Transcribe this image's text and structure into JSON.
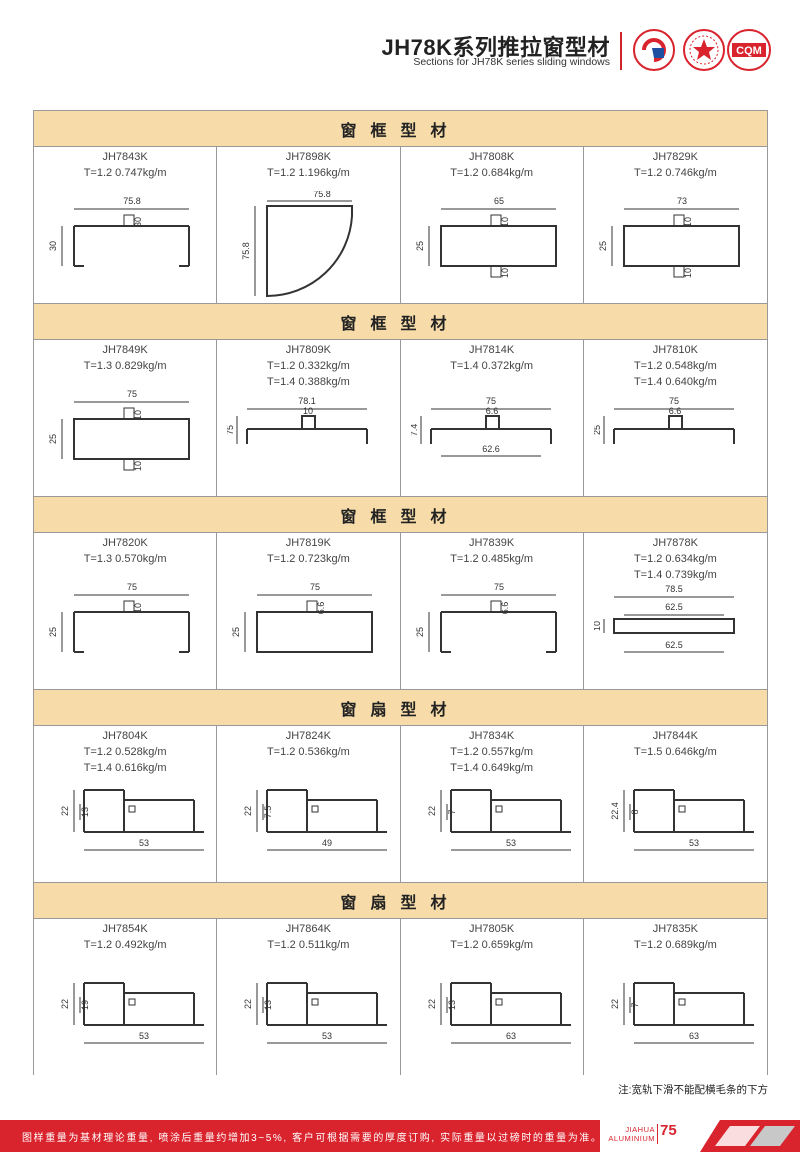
{
  "header": {
    "title": "JH78K系列推拉窗型材",
    "subtitle": "Sections for JH78K series sliding windows"
  },
  "colors": {
    "accent": "#d9232d",
    "band": "#f7dcaa"
  },
  "sections": [
    {
      "band": "窗框型材",
      "items": [
        {
          "code": "JH7843K",
          "specs": [
            "T=1.2   0.747kg/m"
          ],
          "icon": "frame-profile",
          "dims": [
            "75.8",
            "30"
          ]
        },
        {
          "code": "JH7898K",
          "specs": [
            "T=1.2   1.196kg/m"
          ],
          "icon": "curved-frame-profile",
          "dims": [
            "75.8",
            "75.8"
          ]
        },
        {
          "code": "JH7808K",
          "specs": [
            "T=1.2   0.684kg/m"
          ],
          "icon": "rect-frame-profile",
          "dims": [
            "65",
            "10",
            "25",
            "10"
          ]
        },
        {
          "code": "JH7829K",
          "specs": [
            "T=1.2   0.746kg/m"
          ],
          "icon": "rect-frame-profile",
          "dims": [
            "73",
            "10",
            "25",
            "10"
          ]
        }
      ]
    },
    {
      "band": "窗框型材",
      "items": [
        {
          "code": "JH7849K",
          "specs": [
            "T=1.3   0.829kg/m"
          ],
          "icon": "rect-frame-profile",
          "dims": [
            "75",
            "10",
            "25",
            "10"
          ]
        },
        {
          "code": "JH7809K",
          "specs": [
            "T=1.2   0.332kg/m",
            "T=1.4   0.388kg/m"
          ],
          "icon": "track-profile",
          "dims": [
            "78.1",
            "10",
            "75"
          ]
        },
        {
          "code": "JH7814K",
          "specs": [
            "T=1.4   0.372kg/m"
          ],
          "icon": "rail-profile",
          "dims": [
            "75",
            "6.6",
            "7.4",
            "62.6"
          ]
        },
        {
          "code": "JH7810K",
          "specs": [
            "T=1.2   0.548kg/m",
            "T=1.4   0.640kg/m"
          ],
          "icon": "rail-profile",
          "dims": [
            "75",
            "6.6",
            "25"
          ]
        }
      ]
    },
    {
      "band": "窗框型材",
      "items": [
        {
          "code": "JH7820K",
          "specs": [
            "T=1.3   0.570kg/m"
          ],
          "icon": "frame-profile",
          "dims": [
            "75",
            "10",
            "25"
          ]
        },
        {
          "code": "JH7819K",
          "specs": [
            "T=1.2   0.723kg/m"
          ],
          "icon": "rect-frame-profile",
          "dims": [
            "75",
            "6.6",
            "25"
          ]
        },
        {
          "code": "JH7839K",
          "specs": [
            "T=1.2   0.485kg/m"
          ],
          "icon": "frame-profile",
          "dims": [
            "75",
            "6.6",
            "25"
          ]
        },
        {
          "code": "JH7878K",
          "specs": [
            "T=1.2   0.634kg/m",
            "T=1.4   0.739kg/m"
          ],
          "icon": "flat-profile",
          "dims": [
            "78.5",
            "62.5",
            "10",
            "62.5"
          ]
        }
      ]
    },
    {
      "band": "窗扇型材",
      "items": [
        {
          "code": "JH7804K",
          "specs": [
            "T=1.2   0.528kg/m",
            "T=1.4   0.616kg/m"
          ],
          "icon": "sash-profile",
          "dims": [
            "22",
            "13",
            "53"
          ]
        },
        {
          "code": "JH7824K",
          "specs": [
            "T=1.2   0.536kg/m"
          ],
          "icon": "sash-profile",
          "dims": [
            "22",
            "7.5",
            "49"
          ]
        },
        {
          "code": "JH7834K",
          "specs": [
            "T=1.2   0.557kg/m",
            "T=1.4   0.649kg/m"
          ],
          "icon": "sash-profile",
          "dims": [
            "22",
            "7",
            "53"
          ]
        },
        {
          "code": "JH7844K",
          "specs": [
            "T=1.5   0.646kg/m"
          ],
          "icon": "sash-profile",
          "dims": [
            "22.4",
            "8",
            "53"
          ]
        }
      ]
    },
    {
      "band": "窗扇型材",
      "items": [
        {
          "code": "JH7854K",
          "specs": [
            "T=1.2   0.492kg/m"
          ],
          "icon": "sash-profile",
          "dims": [
            "22",
            "19",
            "53"
          ]
        },
        {
          "code": "JH7864K",
          "specs": [
            "T=1.2   0.511kg/m"
          ],
          "icon": "sash-profile",
          "dims": [
            "22",
            "13",
            "53"
          ]
        },
        {
          "code": "JH7805K",
          "specs": [
            "T=1.2   0.659kg/m"
          ],
          "icon": "sash-profile",
          "dims": [
            "22",
            "13",
            "63"
          ]
        },
        {
          "code": "JH7835K",
          "specs": [
            "T=1.2   0.689kg/m"
          ],
          "icon": "sash-profile",
          "dims": [
            "22",
            "7",
            "63"
          ]
        }
      ]
    }
  ],
  "note": "注:宽轨下滑不能配横毛条的下方",
  "footer": {
    "text": "图样重量为基材理论重量, 喷涂后重量约增加3~5%, 客户可根据需要的厚度订购, 实际重量以过磅时的重量为准。",
    "brand_line1": "JIAHUA",
    "brand_line2": "ALUMINIUM",
    "page": "75"
  }
}
